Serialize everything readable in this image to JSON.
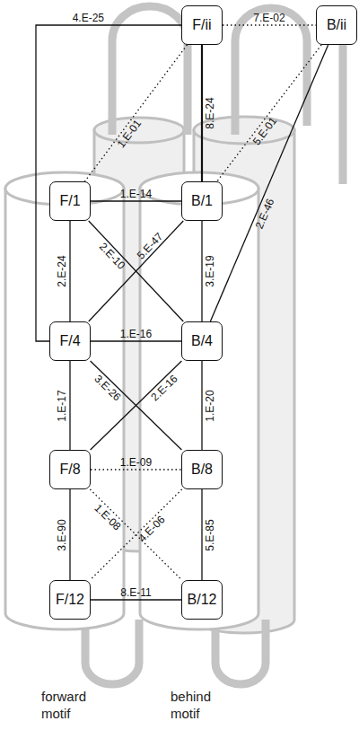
{
  "diagram": {
    "nodes": [
      {
        "text": [
          "F/ii"
        ]
      },
      {
        "text": [
          "B/ii"
        ]
      },
      {
        "text": [
          "F/1"
        ]
      },
      {
        "text": [
          "B/1"
        ]
      },
      {
        "text": [
          "F/4"
        ]
      },
      {
        "text": [
          "B/4"
        ]
      },
      {
        "text": [
          "F/8"
        ]
      },
      {
        "text": [
          "B/8"
        ]
      },
      {
        "text": [
          "F/12"
        ]
      },
      {
        "text": [
          "B/12"
        ]
      }
    ],
    "edges": [
      {
        "from": 0,
        "to": 4,
        "arrow": "none",
        "label": "4.E-25"
      },
      {
        "from": 0,
        "to": 1,
        "arrow": "none",
        "label": "7.E-02"
      },
      {
        "from": 0,
        "to": 2,
        "arrow": "none",
        "label": "1.E-01"
      },
      {
        "from": 0,
        "to": 3,
        "arrow": "none",
        "label": "8.E-24"
      },
      {
        "from": 1,
        "to": 3,
        "arrow": "none",
        "label": "5.E-01"
      },
      {
        "from": 1,
        "to": 5,
        "arrow": "none",
        "label": "2.E-46"
      },
      {
        "from": 2,
        "to": 3,
        "arrow": "none",
        "label": "1.E-14"
      },
      {
        "from": 2,
        "to": 4,
        "arrow": "none",
        "label": "2.E-24"
      },
      {
        "from": 2,
        "to": 5,
        "arrow": "none",
        "label": "2.E-10"
      },
      {
        "from": 3,
        "to": 4,
        "arrow": "none",
        "label": "5.E-47"
      },
      {
        "from": 3,
        "to": 5,
        "arrow": "none",
        "label": "3.E-19"
      },
      {
        "from": 4,
        "to": 5,
        "arrow": "none",
        "label": "1.E-16"
      },
      {
        "from": 4,
        "to": 6,
        "arrow": "none",
        "label": "1.E-17"
      },
      {
        "from": 4,
        "to": 7,
        "arrow": "none",
        "label": "3.E-26"
      },
      {
        "from": 5,
        "to": 6,
        "arrow": "none",
        "label": "2.E-16"
      },
      {
        "from": 5,
        "to": 7,
        "arrow": "none",
        "label": "1.E-20"
      },
      {
        "from": 6,
        "to": 7,
        "arrow": "none",
        "label": "1.E-09"
      },
      {
        "from": 6,
        "to": 8,
        "arrow": "none",
        "label": "3.E-90"
      },
      {
        "from": 6,
        "to": 9,
        "arrow": "none",
        "label": "1.E-08"
      },
      {
        "from": 7,
        "to": 8,
        "arrow": "none",
        "label": "4.E-06"
      },
      {
        "from": 7,
        "to": 9,
        "arrow": "none",
        "label": "5.E-85"
      },
      {
        "from": 8,
        "to": 9,
        "arrow": "none",
        "label": "8.E-11"
      }
    ],
    "labels": [
      "forward motif",
      "behind motif"
    ]
  }
}
